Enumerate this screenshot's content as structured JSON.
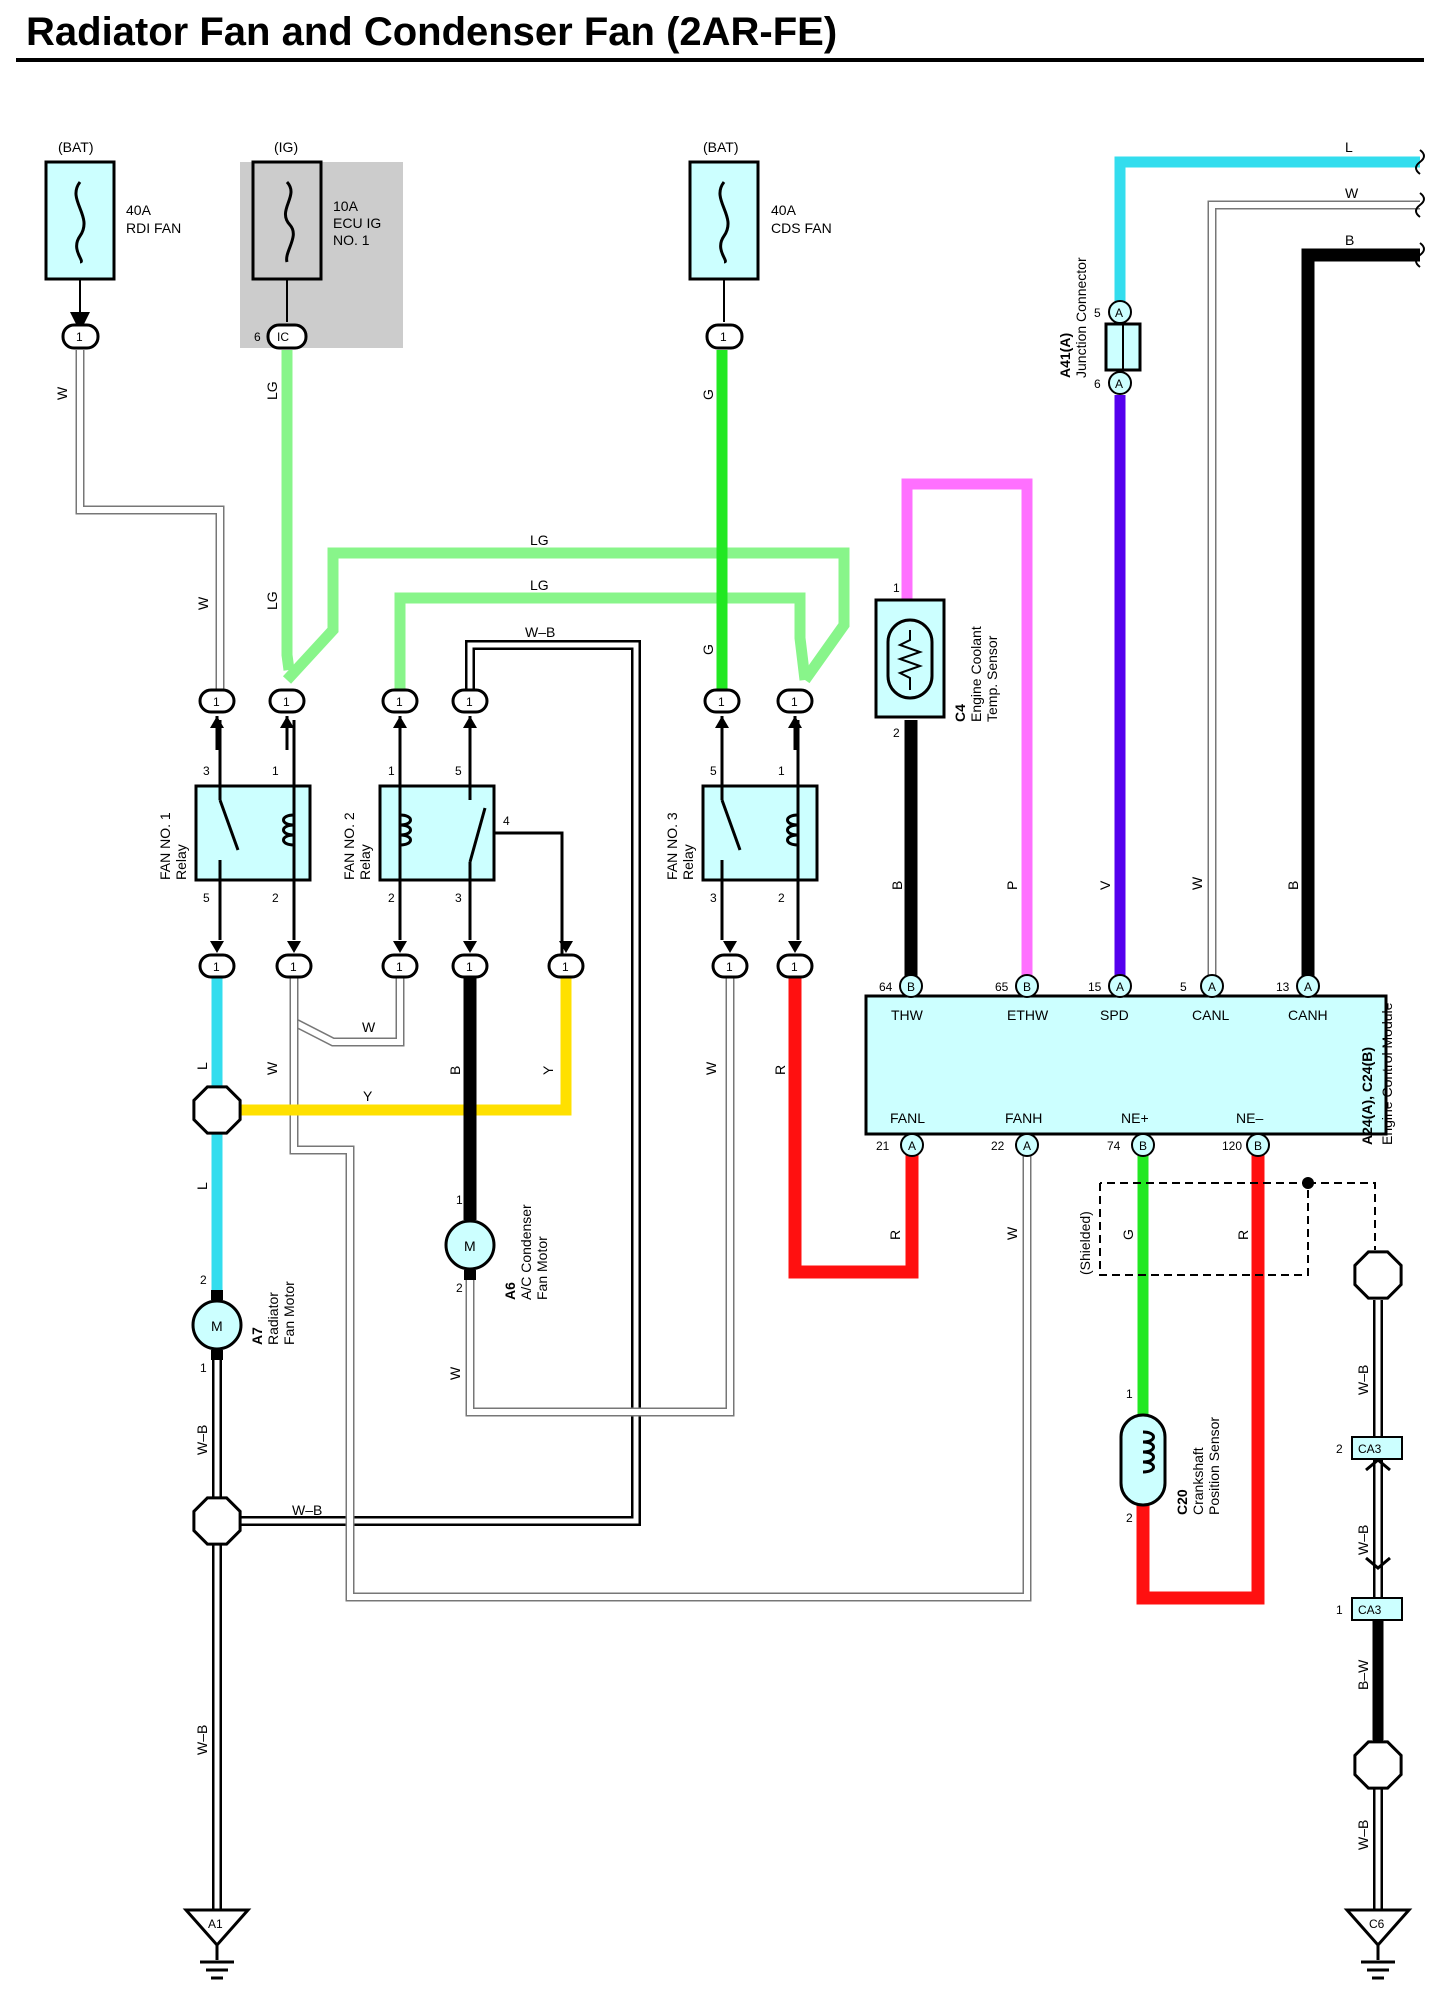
{
  "title": "Radiator Fan and Condenser Fan (2AR-FE)",
  "colors": {
    "L": "#33ddee",
    "LG": "#88f58a",
    "G": "#22e822",
    "P": "#ff70ff",
    "V": "#5500ee",
    "R": "#ff1010",
    "Y": "#ffe000",
    "B": "#000000",
    "W": "#888888",
    "box": "#ccffff",
    "ig_bg": "#cccccc"
  },
  "fuses": [
    {
      "source": "(BAT)",
      "rating": "40A",
      "name1": "RDI FAN",
      "name2": "",
      "connector": "1"
    },
    {
      "source": "(IG)",
      "rating": "10A",
      "name1": "ECU IG",
      "name2": "NO. 1",
      "connector": "IC",
      "pin": "6"
    },
    {
      "source": "(BAT)",
      "rating": "40A",
      "name1": "CDS FAN",
      "name2": "",
      "connector": "1"
    }
  ],
  "relays": [
    {
      "name": "FAN NO. 1",
      "sub": "Relay",
      "pins": [
        "3",
        "1",
        "5",
        "2"
      ]
    },
    {
      "name": "FAN NO. 2",
      "sub": "Relay",
      "pins": [
        "1",
        "5",
        "4",
        "2",
        "3"
      ]
    },
    {
      "name": "FAN NO. 3",
      "sub": "Relay",
      "pins": [
        "5",
        "1",
        "3",
        "2"
      ]
    }
  ],
  "wires": {
    "W": "W",
    "LG": "LG",
    "G": "G",
    "L": "L",
    "B": "B",
    "P": "P",
    "V": "V",
    "R": "R",
    "Y": "Y",
    "WB": "W–B",
    "BW": "B–W",
    "Shielded": "(Shielded)"
  },
  "connector_pin": "1",
  "motors": {
    "symbol": "M",
    "radiator": {
      "id": "A7",
      "name1": "Radiator",
      "name2": "Fan Motor",
      "pin_top": "2",
      "pin_bot": "1"
    },
    "condenser": {
      "id": "A6",
      "name1": "A/C Condenser",
      "name2": "Fan Motor",
      "pin_top": "1",
      "pin_bot": "2"
    }
  },
  "sensor_coolant": {
    "id": "C4",
    "name1": "Engine Coolant",
    "name2": "Temp. Sensor",
    "pin_top": "1",
    "pin_bot": "2"
  },
  "sensor_crank": {
    "id": "C20",
    "name1": "Crankshaft",
    "name2": "Position Sensor",
    "pin_top": "1",
    "pin_bot": "2"
  },
  "junction": {
    "id": "A41(A)",
    "name": "Junction Connector",
    "pin_top": "5",
    "pin_bot": "6",
    "letter": "A"
  },
  "ecm": {
    "id": "A24(A), C24(B)",
    "name": "Engine Control Module",
    "top_pins": [
      {
        "num": "64",
        "conn": "B",
        "label": "THW"
      },
      {
        "num": "65",
        "conn": "B",
        "label": "ETHW"
      },
      {
        "num": "15",
        "conn": "A",
        "label": "SPD"
      },
      {
        "num": "5",
        "conn": "A",
        "label": "CANL"
      },
      {
        "num": "13",
        "conn": "A",
        "label": "CANH"
      }
    ],
    "bottom_pins": [
      {
        "num": "21",
        "conn": "A",
        "label": "FANL"
      },
      {
        "num": "22",
        "conn": "A",
        "label": "FANH"
      },
      {
        "num": "74",
        "conn": "B",
        "label": "NE+"
      },
      {
        "num": "120",
        "conn": "B",
        "label": "NE–"
      }
    ]
  },
  "ca3": {
    "name": "CA3",
    "pin_top": "2",
    "pin_bot": "1"
  },
  "grounds": [
    "A1",
    "C6"
  ]
}
